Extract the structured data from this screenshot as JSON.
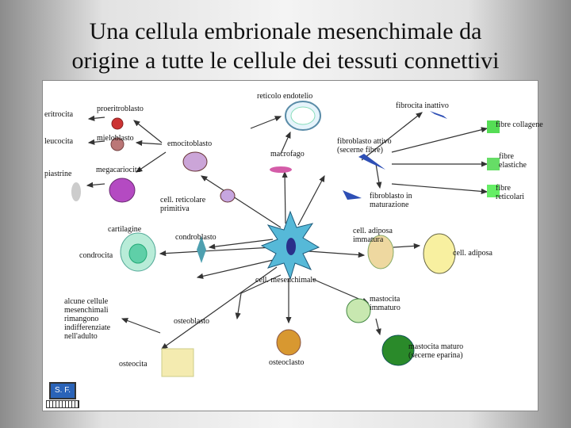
{
  "title": {
    "line1": "Una cellula embrionale mesenchimale da",
    "line2": "origine a tutte le cellule dei  tessuti connettivi"
  },
  "labels": {
    "reticolo": "reticolo endotelio",
    "fibrocita_inattivo": "fibrocita inattivo",
    "eritrocita": "eritrocita",
    "proeritroblasto": "proeritroblasto",
    "leucocita": "leucocita",
    "mieloblasto": "mieloblasto",
    "emocitoblasto": "emocitoblasto",
    "macrofago": "macrofago",
    "fibroblasto_attivo": "fibroblasto attivo (secerne fibre)",
    "fibre_collagene": "fibre collagene",
    "fibre_elastiche": "fibre elastiche",
    "piastrine": "piastrine",
    "megacariocita": "megacariocita",
    "cell_reticolare": "cell. reticolare primitiva",
    "fibroblasto_maturazione": "fibroblasto in maturazione",
    "fibre_reticolari": "fibre reticolari",
    "cartilagine": "cartilagine",
    "condroblasto": "condroblasto",
    "cell_adiposa_immatura": "cell. adiposa immatura",
    "cell_adiposa": "cell. adiposa",
    "condrocita": "condrocita",
    "cell_mesenchimale": "cell. mesenchimale",
    "alcune_cellule": "alcune cellule mesenchimali rimangono indifferenziate nell'adulto",
    "osteoblasto": "osteoblasto",
    "mastocita_immaturo": "mastocita immaturo",
    "mastocita_maturo": "mastocita maturo (secerne eparina)",
    "osteocita": "osteocita",
    "osteoclasto": "osteoclasto"
  },
  "badge": "S. F."
}
